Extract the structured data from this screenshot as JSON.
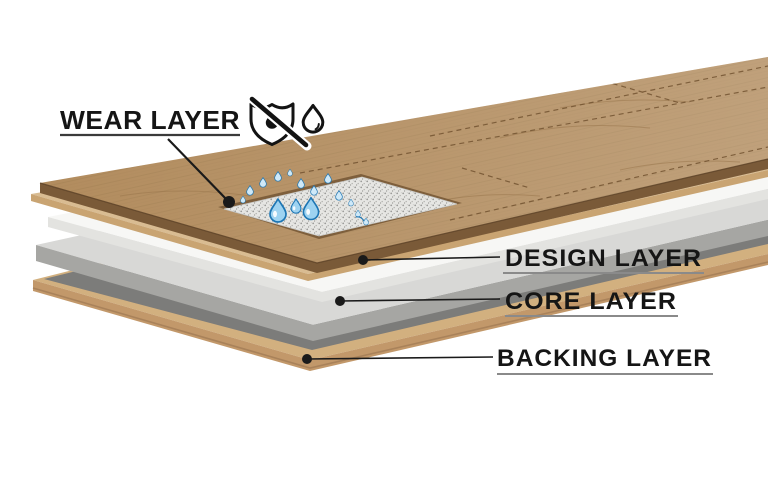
{
  "diagram": {
    "title": "Laminate flooring layers exploded diagram",
    "labels": {
      "wear": {
        "text": "WEAR LAYER"
      },
      "design": {
        "text": "DESIGN LAYER"
      },
      "core": {
        "text": "CORE LAYER"
      },
      "backing": {
        "text": "BACKING LAYER"
      }
    },
    "icons": {
      "shield": "water-resistant-shield-icon",
      "drop": "water-drop-icon"
    }
  },
  "colors": {
    "background": "#ffffff",
    "wood_top": "#b28c5e",
    "wood_grain": "#8a6a42",
    "wood_edge_dark": "#7a5a38",
    "wood_edge_line": "#5a4026",
    "underlayer_top": "#d9bc92",
    "underlayer_face": "#c9a472",
    "design_top": "#f7f7f5",
    "design_face": "#e3e3e0",
    "core_top": "#d8d8d6",
    "core_face": "#a6a6a3",
    "backing_gray": "#7c7c7a",
    "backing_wood_top": "#d2b07f",
    "backing_wood_face": "#c2986a",
    "backing_wood_stripe": "#a9825a",
    "wear_patch_base": "#e6e6e3",
    "wear_patch_speckle": "#9b9b98",
    "patch_cut_edge": "#7e5f3c",
    "droplet_fill": "#9ed3f1",
    "droplet_fill_small": "#cfe9f8",
    "droplet_stroke": "#1d76b4",
    "label_text": "#151515",
    "leader_line": "#1a1a1a",
    "underline_main": "#3a3a3a",
    "underline_side": "#8a8a8a",
    "icon_stroke": "#131313"
  }
}
